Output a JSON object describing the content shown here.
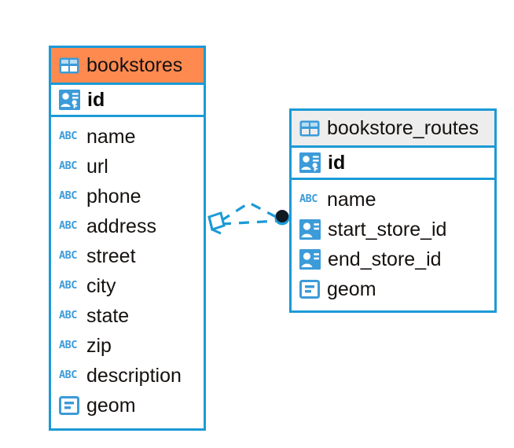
{
  "diagram": {
    "type": "er-diagram",
    "title": "",
    "colors": {
      "border": "#1C9AD6",
      "selected_header": "#FF8A50",
      "plain_header": "#EDEDED",
      "icon_blue": "#3C9BD9",
      "connector": "#1C9AD6",
      "endpoint_dot": "#101820",
      "text": "#15110f",
      "background": "#FFFFFF"
    },
    "tables": [
      {
        "name": "bookstores",
        "header_icon": "table-icon",
        "selected": true,
        "primary_key": {
          "name": "id",
          "icon": "primary-key-icon"
        },
        "fields": [
          {
            "name": "name",
            "icon": "abc-icon",
            "icon_label": "ABC"
          },
          {
            "name": "url",
            "icon": "abc-icon",
            "icon_label": "ABC"
          },
          {
            "name": "phone",
            "icon": "abc-icon",
            "icon_label": "ABC"
          },
          {
            "name": "address",
            "icon": "abc-icon",
            "icon_label": "ABC"
          },
          {
            "name": "street",
            "icon": "abc-icon",
            "icon_label": "ABC"
          },
          {
            "name": "city",
            "icon": "abc-icon",
            "icon_label": "ABC"
          },
          {
            "name": "state",
            "icon": "abc-icon",
            "icon_label": "ABC"
          },
          {
            "name": "zip",
            "icon": "abc-icon",
            "icon_label": "ABC"
          },
          {
            "name": "description",
            "icon": "abc-icon",
            "icon_label": "ABC"
          },
          {
            "name": "geom",
            "icon": "geometry-icon",
            "icon_label": ""
          }
        ]
      },
      {
        "name": "bookstore_routes",
        "header_icon": "table-icon",
        "selected": false,
        "primary_key": {
          "name": "id",
          "icon": "primary-key-icon"
        },
        "fields": [
          {
            "name": "name",
            "icon": "abc-icon",
            "icon_label": "ABC"
          },
          {
            "name": "start_store_id",
            "icon": "foreign-key-icon",
            "icon_label": ""
          },
          {
            "name": "end_store_id",
            "icon": "foreign-key-icon",
            "icon_label": ""
          },
          {
            "name": "geom",
            "icon": "geometry-icon",
            "icon_label": ""
          }
        ]
      }
    ],
    "relationships": [
      {
        "from": "bookstores.id",
        "to": "bookstore_routes.start_store_id",
        "style": "dashed"
      },
      {
        "from": "bookstores.id",
        "to": "bookstore_routes.end_store_id",
        "style": "dashed"
      }
    ]
  }
}
